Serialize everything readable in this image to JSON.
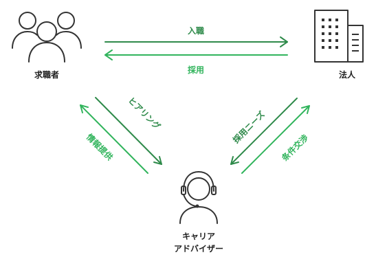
{
  "colors": {
    "dark_green": "#2e8a4a",
    "light_green": "#31b45c",
    "icon_stroke": "#333333",
    "text": "#222222"
  },
  "nodes": {
    "job_seeker": {
      "label": "求職者",
      "icon": "people-group-icon"
    },
    "company": {
      "label": "法人",
      "icon": "office-building-icon"
    },
    "advisor": {
      "label_line1": "キャリア",
      "label_line2": "アドバイザー",
      "icon": "headset-person-icon"
    }
  },
  "flows": {
    "join_company": "入職",
    "recruitment": "採用",
    "hearing": "ヒアリング",
    "info_provision": "情報提供",
    "hiring_needs": "採用ニーズ",
    "conditions_negotiation": "条件交渉"
  }
}
